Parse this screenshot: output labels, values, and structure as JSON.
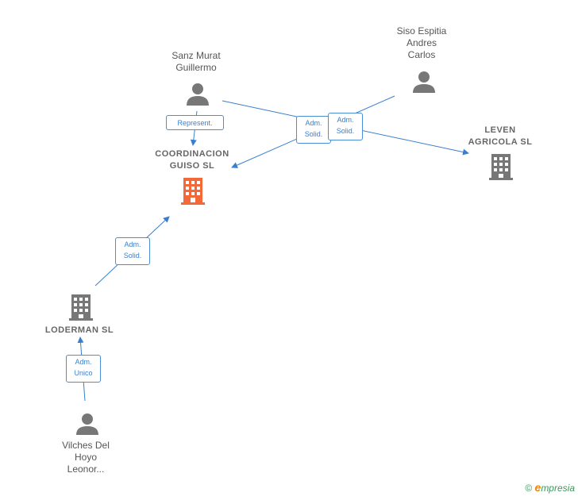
{
  "people": {
    "sanz": "Sanz Murat\nGuillermo",
    "siso": "Siso Espitia\nAndres\nCarlos",
    "vilches": "Vilches Del\nHoyo\nLeonor..."
  },
  "companies": {
    "coordinacion": "COORDINACION\nGUISO  SL",
    "leven": "LEVEN\nAGRICOLA  SL",
    "loderman": "LODERMAN  SL"
  },
  "edges": {
    "represent": "Represent.",
    "adm_solid_1": "Adm.\nSolid.",
    "adm_solid_2": "Adm.\nSolid.",
    "adm_solid_3": "Adm.\nSolid.",
    "adm_unico": "Adm.\nUnico"
  },
  "footer": {
    "copyright": "©",
    "brand_e": "e",
    "brand_rest": "mpresia"
  },
  "colors": {
    "edge": "#3a7fcf",
    "person": "#777777",
    "company": "#777777",
    "focus": "#f26a3a"
  }
}
